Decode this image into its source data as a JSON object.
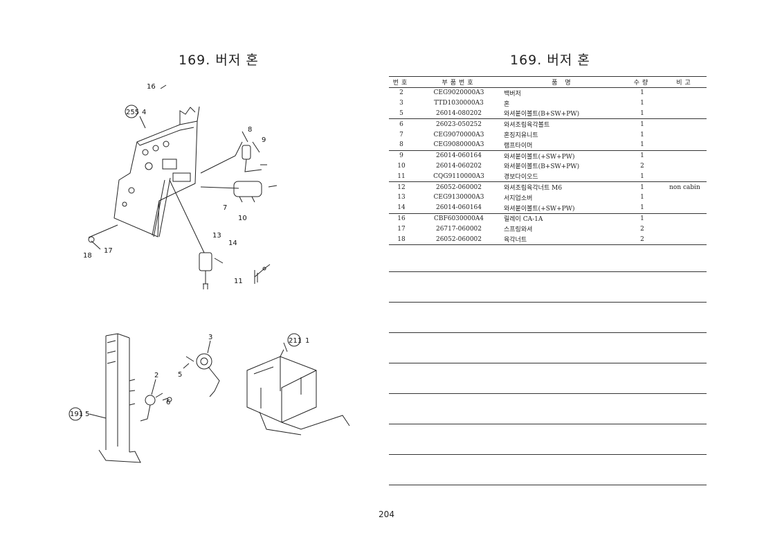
{
  "title_left": "169. 버저 혼",
  "title_right": "169. 버저 혼",
  "diagram_top": {
    "callouts": [
      "16",
      "255",
      "4",
      "8",
      "9",
      "7",
      "10",
      "13",
      "14",
      "11",
      "17",
      "18"
    ]
  },
  "diagram_bottom": {
    "callouts": [
      "3",
      "211",
      "1",
      "2",
      "6",
      "5",
      "191",
      "5"
    ]
  },
  "table": {
    "headers": [
      "번호",
      "부품번호",
      "품 명",
      "수량",
      "비고"
    ],
    "groups": [
      [
        {
          "no": "2",
          "part": "CEG9020000A3",
          "name": "백버저",
          "qty": "1",
          "note": ""
        },
        {
          "no": "3",
          "part": "TTD1030000A3",
          "name": "혼",
          "qty": "1",
          "note": ""
        },
        {
          "no": "5",
          "part": "26014-080202",
          "name": "와셔붙이볼트(B+SW+PW)",
          "qty": "1",
          "note": ""
        }
      ],
      [
        {
          "no": "6",
          "part": "26023-050252",
          "name": "와셔조림육각볼트",
          "qty": "1",
          "note": ""
        },
        {
          "no": "7",
          "part": "CEG9070000A3",
          "name": "혼징지유니트",
          "qty": "1",
          "note": ""
        },
        {
          "no": "8",
          "part": "CEG9080000A3",
          "name": "램프타이머",
          "qty": "1",
          "note": ""
        }
      ],
      [
        {
          "no": "9",
          "part": "26014-060164",
          "name": "와셔붙이볼트(+SW+PW)",
          "qty": "1",
          "note": ""
        },
        {
          "no": "10",
          "part": "26014-060202",
          "name": "와셔붙이볼트(B+SW+PW)",
          "qty": "2",
          "note": ""
        },
        {
          "no": "11",
          "part": "CQG9110000A3",
          "name": "경보다이오드",
          "qty": "1",
          "note": ""
        }
      ],
      [
        {
          "no": "12",
          "part": "26052-060002",
          "name": "와셔조림육각너트 M6",
          "qty": "1",
          "note": "non cabin"
        },
        {
          "no": "13",
          "part": "CEG9130000A3",
          "name": "서지업소버",
          "qty": "1",
          "note": ""
        },
        {
          "no": "14",
          "part": "26014-060164",
          "name": "와셔붙이볼트(+SW+PW)",
          "qty": "1",
          "note": ""
        }
      ],
      [
        {
          "no": "16",
          "part": "CBF6030000A4",
          "name": "릴레이 CA-1A",
          "qty": "1",
          "note": ""
        },
        {
          "no": "17",
          "part": "26717-060002",
          "name": "스프링와셔",
          "qty": "2",
          "note": ""
        },
        {
          "no": "18",
          "part": "26052-060002",
          "name": "육각너트",
          "qty": "2",
          "note": ""
        }
      ]
    ]
  },
  "page_number": "204"
}
